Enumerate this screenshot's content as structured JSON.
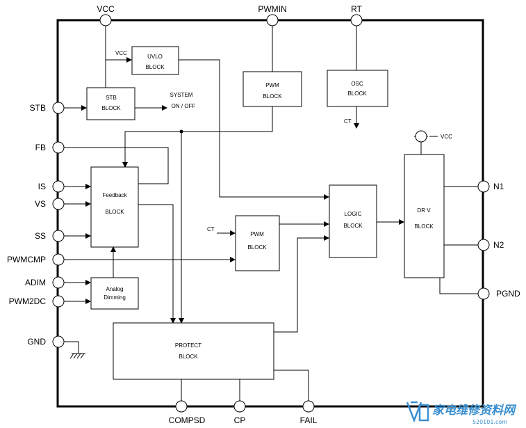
{
  "pins": {
    "vcc": "VCC",
    "pwmin": "PWMIN",
    "rt": "RT",
    "stb": "STB",
    "fb": "FB",
    "is": "IS",
    "vs": "VS",
    "ss": "SS",
    "pwmcmp": "PWMCMP",
    "adim": "ADIM",
    "pwm2dc": "PWM2DC",
    "gnd": "GND",
    "n1": "N1",
    "n2": "N2",
    "pgnd": "PGND",
    "compsd": "COMPSD",
    "cp": "CP",
    "fail": "FAIL"
  },
  "blocks": {
    "uvlo": [
      "UVLO",
      "BLOCK"
    ],
    "stb": [
      "STB",
      "BLOCK"
    ],
    "pwm_top": [
      "PWM",
      "BLOCK"
    ],
    "osc": [
      "OSC",
      "BLOCK"
    ],
    "feedback": [
      "Feedback",
      "BLOCK"
    ],
    "analog": [
      "Analog",
      "Dimming"
    ],
    "pwm_mid": [
      "PWM",
      "BLOCK"
    ],
    "logic": [
      "LOGIC",
      "BLOCK"
    ],
    "drv": [
      "DR V",
      "BLOCK"
    ],
    "protect": [
      "PROTECT",
      "BLOCK"
    ]
  },
  "labels": {
    "vcc_uvlo": "VCC",
    "system_line1": "SYSTEM",
    "system_line2": "ON / OFF",
    "ct_osc": "CT",
    "ct_pwm": "CT",
    "vcc_drv": "VCC"
  },
  "watermark": {
    "text": "家电维修资料网",
    "url": "520101.com"
  }
}
